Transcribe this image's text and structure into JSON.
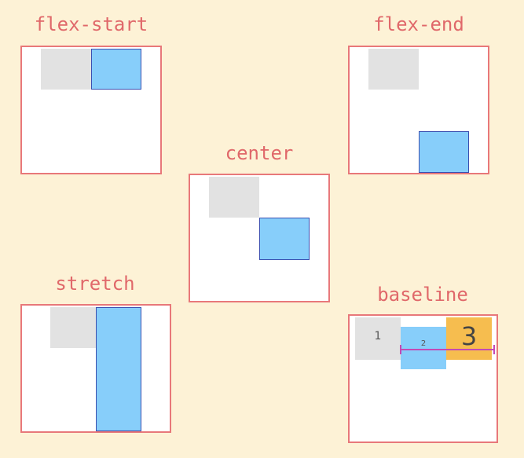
{
  "diagram": {
    "panels": [
      {
        "id": "flex-start",
        "label": "flex-start"
      },
      {
        "id": "flex-end",
        "label": "flex-end"
      },
      {
        "id": "center",
        "label": "center"
      },
      {
        "id": "stretch",
        "label": "stretch"
      },
      {
        "id": "baseline",
        "label": "baseline",
        "items": [
          "1",
          "2",
          "3"
        ]
      }
    ],
    "colors": {
      "background": "#fdf2d6",
      "label": "#e0686a",
      "panel_border": "#e8787a",
      "grey_item": "#e2e2e2",
      "blue_item": "#87cefa",
      "blue_border": "#3a4fb0",
      "orange_item": "#f6bd4f",
      "baseline_marker": "#c44ab4"
    }
  }
}
